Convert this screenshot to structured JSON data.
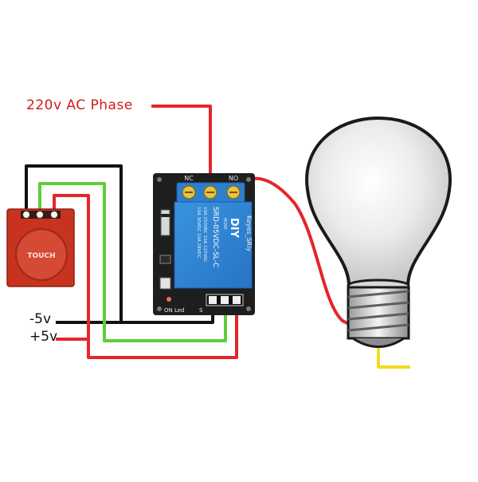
{
  "labels": {
    "ac_phase": "220v AC Phase",
    "neg_supply": "-5v",
    "pos_supply": "+5v"
  },
  "touch_sensor": {
    "text": "TOUCH"
  },
  "relay_module": {
    "terminal_nc": "NC",
    "terminal_no": "NO",
    "brand": "DIY",
    "brand_sub": "MORE",
    "model": "SRD-05VDC-SL-C",
    "rating_1": "10A 250VAC  10A 125VAC",
    "rating_2": "10A 30VDC  10A 28VDC",
    "vendor": "Keyes_SRly",
    "indicator": "ON Led",
    "signal_pin": "S"
  },
  "colors": {
    "red_wire": "#e4262b",
    "black_wire": "#111111",
    "green_wire": "#5ccf3a",
    "neutral_wire": "#f2dc1d",
    "relay_body": "#2f87d6",
    "pcb": "#1e1e1e",
    "sensor_board": "#c8331f"
  }
}
